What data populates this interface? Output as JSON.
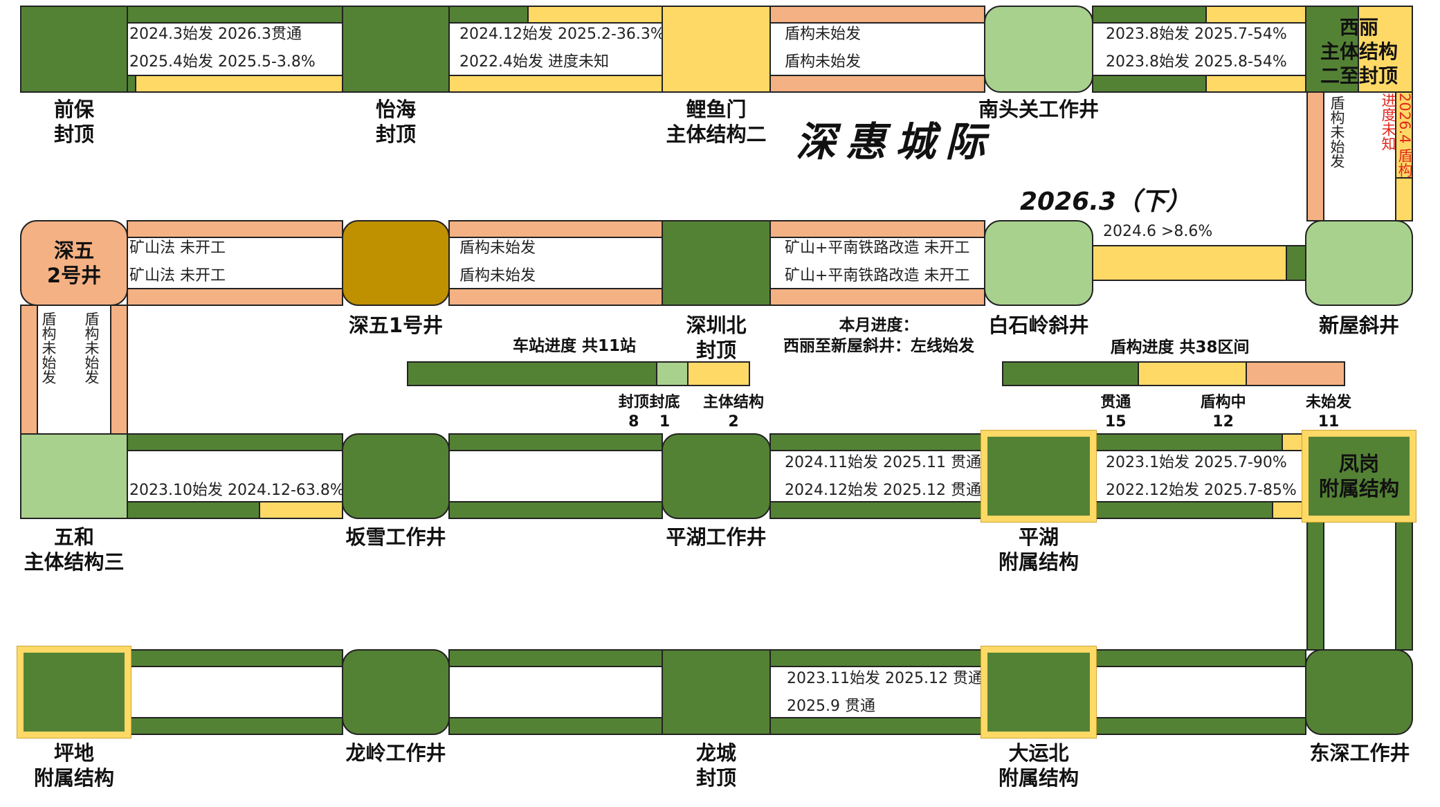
{
  "title": "深惠城际",
  "subtitle": "2026.3（下）",
  "colors": {
    "dark_green": "#548235",
    "light_green": "#A9D18E",
    "yellow": "#FFD966",
    "salmon": "#F4B183",
    "golden": "#BF9000",
    "highlight": "#FFD966",
    "red_text": "#E0281E"
  },
  "stations": {
    "qianbao": "前保\n封顶",
    "yihai": "怡海\n封顶",
    "liyumen": "鲤鱼门\n主体结构二",
    "nantouguan": "南头关工作井",
    "xili": "西丽\n主体结构\n二至封顶",
    "shenwu2": "深五\n2号井",
    "shenwu1": "深五1号井",
    "shenzhenbei": "深圳北\n封顶",
    "baishiling": "白石岭斜井",
    "xinwu": "新屋斜井",
    "wuhe": "五和\n主体结构三",
    "banxue": "坂雪工作井",
    "pinghu_ws": "平湖工作井",
    "pinghu_aux": "平湖\n附属结构",
    "fenggang": "凤岗\n附属结构",
    "pingdi": "坪地\n附属结构",
    "longling": "龙岭工作井",
    "longcheng": "龙城\n封顶",
    "dayunbei": "大运北\n附属结构",
    "dongshen": "东深工作井"
  },
  "segments": {
    "qianbao_yihai": [
      "2024.3始发 2026.3贯通",
      "2025.4始发 2025.5-3.8%"
    ],
    "yihai_liyumen": [
      "2024.12始发 2025.2-36.3%",
      "2022.4始发 进度未知"
    ],
    "liyumen_nantouguan": [
      "盾构未始发",
      "盾构未始发"
    ],
    "nantouguan_xili": [
      "2023.8始发 2025.7-54%",
      "2023.8始发 2025.8-54%"
    ],
    "xili_xinwu": [
      "盾构未始发",
      "2026.4 盾构",
      "进度未知"
    ],
    "shenwu2_shenwu1": [
      "矿山法 未开工",
      "矿山法 未开工"
    ],
    "shenwu1_shenzhenbei": [
      "盾构未始发",
      "盾构未始发"
    ],
    "shenzhenbei_baishiling": [
      "矿山+平南铁路改造 未开工",
      "矿山+平南铁路改造 未开工"
    ],
    "baishiling_xinwu": [
      "2024.6 >8.6%"
    ],
    "shenwu2_wuhe": [
      "盾构未始发",
      "盾构未始发"
    ],
    "wuhe_banxue": [
      "2023.10始发 2024.12-63.8%"
    ],
    "pinghu_pinghuaux": [
      "2024.11始发 2025.11 贯通",
      "2024.12始发 2025.12 贯通"
    ],
    "pinghuaux_fenggang": [
      "2023.1始发 2025.7-90%",
      "2022.12始发 2025.7-85%"
    ],
    "longcheng_dayunbei": [
      "2023.11始发 2025.12 贯通",
      "2025.9 贯通"
    ]
  },
  "monthly": {
    "heading": "本月进度：",
    "text": "西丽至新屋斜井：左线始发"
  },
  "station_progress": {
    "title": "车站进度 共11站",
    "total": 11,
    "items": [
      {
        "label": "封顶",
        "count": "8",
        "value": 8,
        "color": "#548235"
      },
      {
        "label": "封底",
        "count": "1",
        "value": 1,
        "color": "#A9D18E"
      },
      {
        "label": "主体结构",
        "count": "2",
        "value": 2,
        "color": "#FFD966"
      }
    ]
  },
  "shield_progress": {
    "title": "盾构进度 共38区间",
    "total": 38,
    "items": [
      {
        "label": "贯通",
        "count": "15",
        "value": 15,
        "color": "#548235"
      },
      {
        "label": "盾构中",
        "count": "12",
        "value": 12,
        "color": "#FFD966"
      },
      {
        "label": "未始发",
        "count": "11",
        "value": 11,
        "color": "#F4B183"
      }
    ]
  }
}
